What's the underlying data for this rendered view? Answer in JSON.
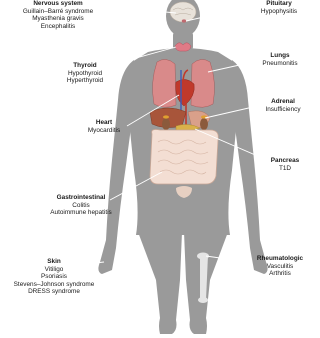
{
  "colors": {
    "body": "#9a9a9a",
    "leader_line": "#ffffff",
    "label_text": "#1a1a1a",
    "thyroid": "#e07a86",
    "lungs": "#d98a8a",
    "heart": "#c0392b",
    "liver": "#a8553a",
    "pancreas": "#d9b14a",
    "intestine": "#f3ded3",
    "kidney": "#8b5a3c",
    "brain": "#e8e2da",
    "bone": "#e5e5e5"
  },
  "labels": {
    "nervous": {
      "title": "Nervous system",
      "items": [
        "Guillain–Barré syndrome",
        "Myasthenia gravis",
        "Encephalitis"
      ]
    },
    "pituitary": {
      "title": "Pituitary",
      "items": [
        "Hypophysitis"
      ]
    },
    "thyroid": {
      "title": "Thyroid",
      "items": [
        "Hypothyroid",
        "Hyperthyroid"
      ]
    },
    "lungs": {
      "title": "Lungs",
      "items": [
        "Pneumonitis"
      ]
    },
    "heart": {
      "title": "Heart",
      "items": [
        "Myocarditis"
      ]
    },
    "adrenal": {
      "title": "Adrenal",
      "items": [
        "Insufficiency"
      ]
    },
    "pancreas": {
      "title": "Pancreas",
      "items": [
        "T1D"
      ]
    },
    "gi": {
      "title": "Gastrointestinal",
      "items": [
        "Colitis",
        "Autoimmune hepatitis"
      ]
    },
    "skin": {
      "title": "Skin",
      "items": [
        "Vitiligo",
        "Psoriasis",
        "Stevens–Johnson syndrome",
        "DRESS syndrome"
      ]
    },
    "rheum": {
      "title": "Rheumatologic",
      "items": [
        "Vasculitis",
        "Arthritis"
      ]
    }
  }
}
